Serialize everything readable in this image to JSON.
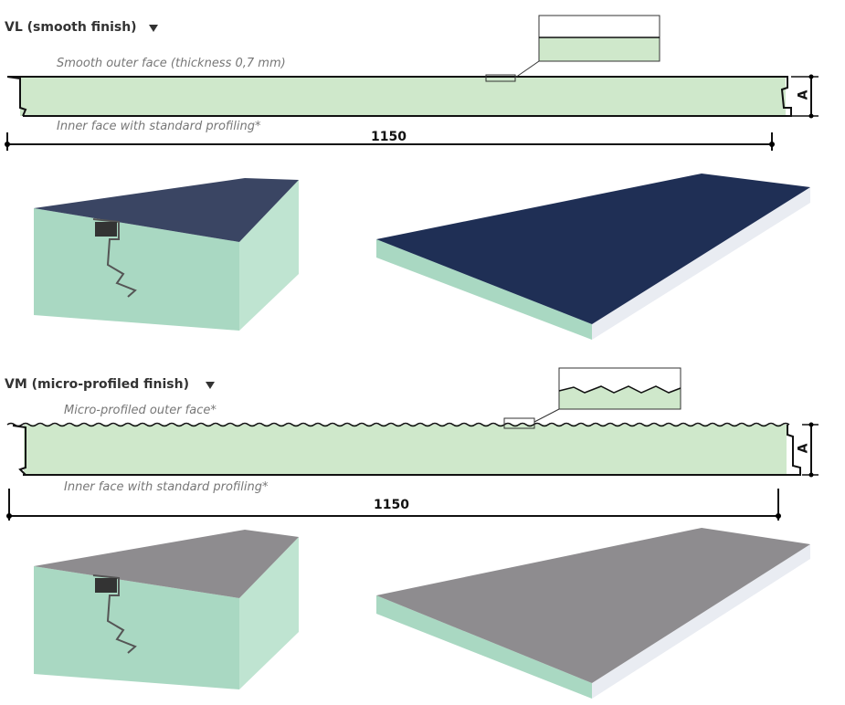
{
  "vl": {
    "title": "VL (smooth finish)",
    "toggle_icon": "triangle-down-icon",
    "outer_label": "Smooth outer face (thickness 0,7 mm)",
    "inner_label": "Inner face with standard profiling*",
    "width_dimension": "1150",
    "thickness_dimension": "A",
    "face_color": "#243357"
  },
  "vm": {
    "title": "VM (micro-profiled finish)",
    "toggle_icon": "triangle-down-icon",
    "outer_label": "Micro-profiled outer face*",
    "inner_label": "Inner face with standard profiling*",
    "width_dimension": "1150",
    "thickness_dimension": "A",
    "face_color": "#8e8c8f"
  },
  "colors": {
    "core": "#cfe8cb",
    "core_3d": "#a9d8c2"
  }
}
